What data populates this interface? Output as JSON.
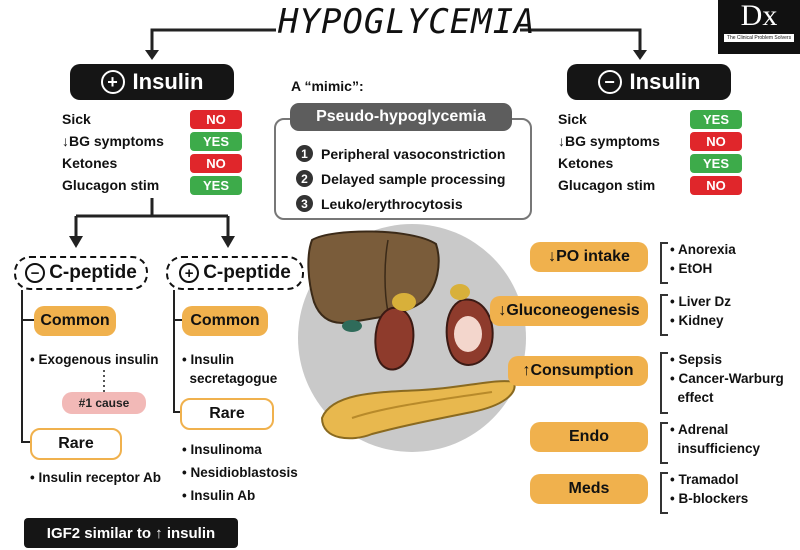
{
  "title": "HYPOGLYCEMIA",
  "logo": {
    "text": "Dx",
    "tagline": "The Clinical Problem Solvers"
  },
  "colors": {
    "red": "#e0262b",
    "green": "#3dab4a",
    "orange": "#f0b14d",
    "dark": "#151515",
    "gray": "#5d5d5d"
  },
  "left": {
    "sign": "+",
    "label": "Insulin",
    "rows": [
      {
        "label": "Sick",
        "value": "NO",
        "color": "red"
      },
      {
        "arrow": "↓",
        "label": "BG symptoms",
        "value": "YES",
        "color": "green"
      },
      {
        "label": "Ketones",
        "value": "NO",
        "color": "red"
      },
      {
        "label": "Glucagon stim",
        "value": "YES",
        "color": "green"
      }
    ]
  },
  "right": {
    "sign": "−",
    "label": "Insulin",
    "rows": [
      {
        "label": "Sick",
        "value": "YES",
        "color": "green"
      },
      {
        "arrow": "↓",
        "label": "BG symptoms",
        "value": "NO",
        "color": "red"
      },
      {
        "label": "Ketones",
        "value": "YES",
        "color": "green"
      },
      {
        "label": "Glucagon stim",
        "value": "NO",
        "color": "red"
      }
    ]
  },
  "mimic": {
    "heading": "A “mimic”:",
    "label": "Pseudo-hypoglycemia",
    "items": [
      {
        "num": "1",
        "text": "Peripheral vasoconstriction"
      },
      {
        "num": "2",
        "text": "Delayed sample processing"
      },
      {
        "num": "3",
        "text": "Leuko/erythrocytosis"
      }
    ]
  },
  "neg_cpeptide": {
    "sign": "−",
    "label": "C-peptide",
    "common_label": "Common",
    "common_items": [
      "Exogenous insulin"
    ],
    "cause_badge": "#1 cause",
    "rare_label": "Rare",
    "rare_items": [
      "Insulin receptor Ab"
    ]
  },
  "pos_cpeptide": {
    "sign": "+",
    "label": "C-peptide",
    "common_label": "Common",
    "common_item_line1": "Insulin",
    "common_item_line2": "secretagogue",
    "rare_label": "Rare",
    "rare_items": [
      "Insulinoma",
      "Nesidioblastosis",
      "Insulin Ab"
    ]
  },
  "causes": [
    {
      "arrow": "↓",
      "label": "PO intake",
      "items": [
        "Anorexia",
        "EtOH"
      ]
    },
    {
      "arrow": "↓",
      "label": "Gluconeogenesis",
      "items": [
        "Liver Dz",
        "Kidney"
      ]
    },
    {
      "arrow": "↑",
      "label": "Consumption",
      "items": [
        "Sepsis",
        "Cancer-Warburg",
        "effect"
      ]
    },
    {
      "arrow": "",
      "label": "Endo",
      "items": [
        "Adrenal",
        "insufficiency"
      ]
    },
    {
      "arrow": "",
      "label": "Meds",
      "items": [
        "Tramadol",
        "B-blockers"
      ]
    }
  ],
  "footer": {
    "text": "IGF2 similar to",
    "arrow": "↑",
    "text_end": "insulin"
  },
  "organ_icons": [
    "liver-icon",
    "kidney-icon",
    "pancreas-icon"
  ]
}
